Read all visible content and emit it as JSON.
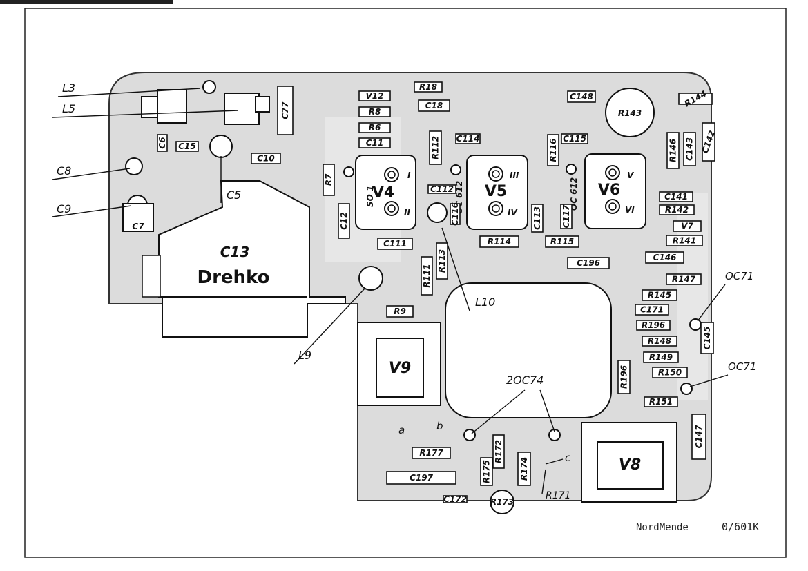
{
  "header": {
    "text": ""
  },
  "board": {
    "capacitor_labels": {
      "c13": "C13",
      "drehko": "Drehko"
    },
    "callouts": {
      "l3": "L3",
      "l5": "L5",
      "c8": "C8",
      "c9": "C9",
      "c5": "C5",
      "l9": "L9",
      "l10": "L10",
      "oc71_a": "OC71",
      "oc71_b": "OC71",
      "oc74": "2OC74",
      "r171": "R171",
      "a": "a",
      "b": "b",
      "c": "c"
    },
    "modules": {
      "v4": "V4",
      "v5": "V5",
      "v6": "V6",
      "v9": "V9",
      "v8": "V8",
      "so1": "SO 1",
      "oc612_a": "OC 612",
      "oc612_b": "OC 612",
      "roman_1": "I",
      "roman_2": "II",
      "roman_3": "III",
      "roman_4": "IV",
      "roman_5": "V",
      "roman_6": "VI"
    },
    "components": {
      "r18": "R18",
      "v12": "V12",
      "r8": "R8",
      "r6": "R6",
      "c11": "C11",
      "c18": "C18",
      "c77": "C77",
      "c15": "C15",
      "c10": "C10",
      "c7": "C7",
      "c6": "C6",
      "r7": "R7",
      "c12": "C12",
      "r112": "R112",
      "c114": "C114",
      "c112": "C112",
      "c116": "C116",
      "c111": "C111",
      "r111": "R111",
      "r113": "R113",
      "r114": "R114",
      "r115": "R115",
      "c113": "C113",
      "r116": "R116",
      "c115": "C115",
      "c117": "C117",
      "c148": "C148",
      "r143": "R143",
      "r144": "R144",
      "c142": "C142",
      "c143": "C143",
      "r146": "R146",
      "c141": "C141",
      "r142": "R142",
      "v7": "V7",
      "r141": "R141",
      "c146": "C146",
      "c196": "C196",
      "r147": "R147",
      "r145": "R145",
      "c171": "C171",
      "r196a": "R196",
      "c145": "C145",
      "r148": "R148",
      "r149": "R149",
      "r196b": "R196",
      "r150": "R150",
      "r151": "R151",
      "c147": "C147",
      "r9": "R9",
      "r177": "R177",
      "r172": "R172",
      "r175": "R175",
      "r174": "R174",
      "c197": "C197",
      "c172": "C172",
      "r173": "R173"
    }
  },
  "footer": {
    "brand": "NordMende",
    "code": "0/601K"
  },
  "colors": {
    "ink": "#111111",
    "board_shade": "#d9d9d9",
    "paper": "#ffffff"
  }
}
